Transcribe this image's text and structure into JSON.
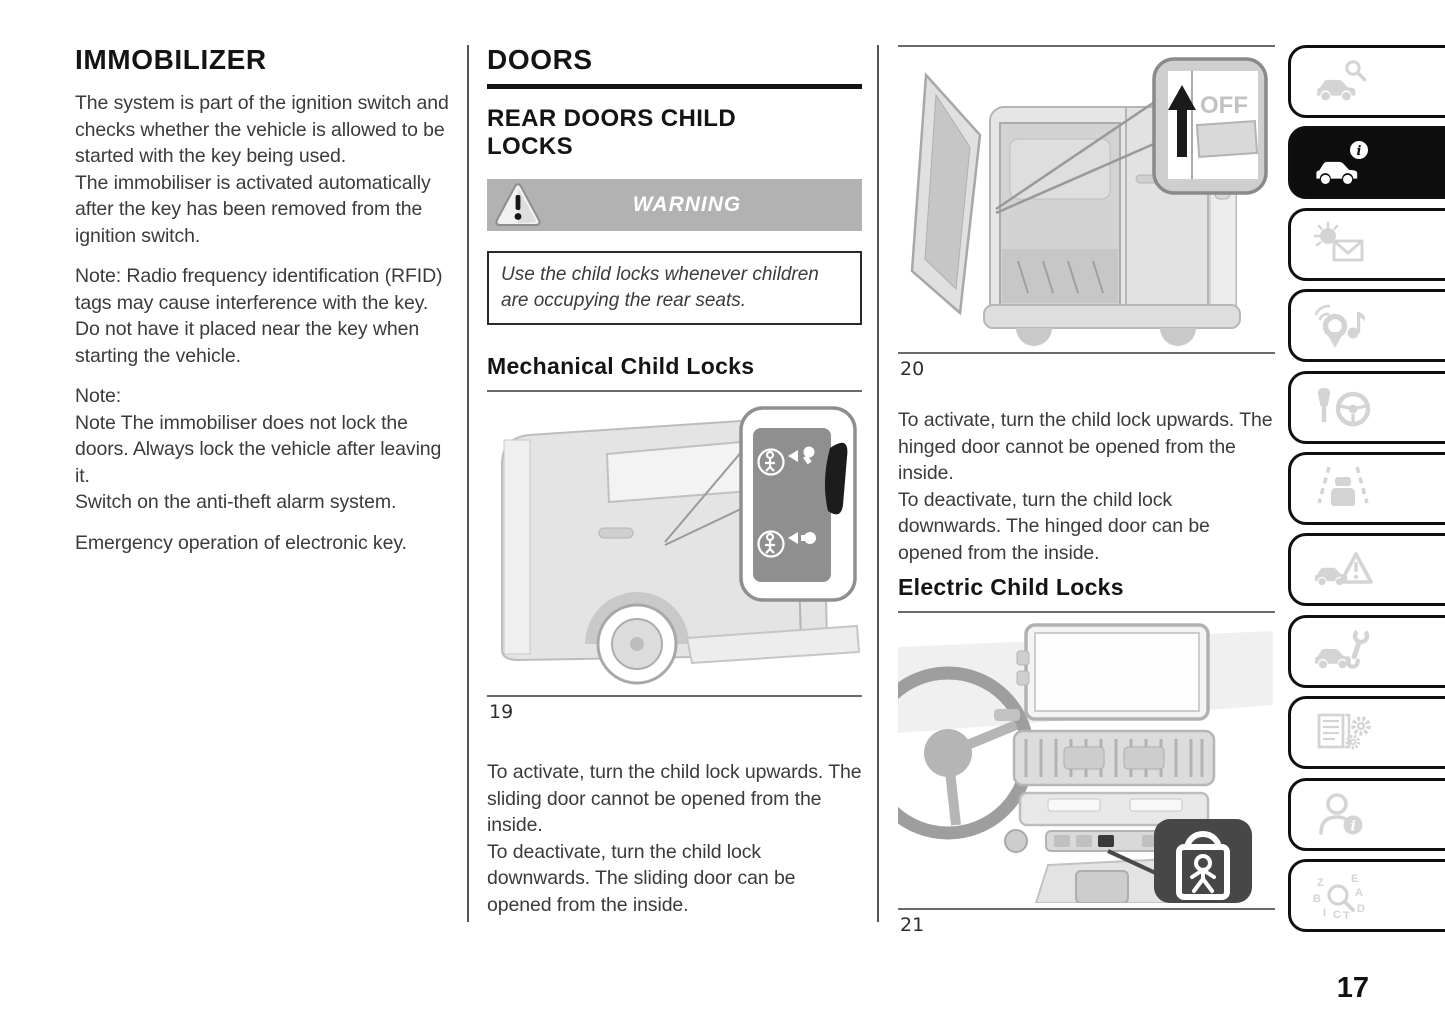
{
  "page": {
    "number": "17"
  },
  "colors": {
    "warning_bar": "#b2b2b2",
    "active_tab": "#0d0d0d",
    "inactive_icon": "#d4d4d4"
  },
  "immobilizer": {
    "title": "IMMOBILIZER",
    "body1": "The system is part of the ignition switch and checks whether the vehicle is allowed to be started with the key being used.\nThe immobiliser is activated automatically after the key has been removed from the ignition switch.",
    "note1": "Note: Radio frequency identification (RFID) tags may cause interference with the key. Do not have it placed near the key when starting the vehicle.",
    "note2": "Note:\nNote The immobiliser does not lock the doors. Always lock the vehicle after leaving it.\nSwitch on the anti-theft alarm system.",
    "emergency": "Emergency operation of electronic key."
  },
  "doors": {
    "title": "DOORS",
    "rear": {
      "title": "REAR DOORS CHILD LOCKS",
      "warning": {
        "label": "WARNING",
        "text": "Use the child locks whenever children are occupying the rear seats."
      },
      "mechanical": {
        "title": "Mechanical Child Locks",
        "body": "To activate, turn the child lock upwards. The sliding door cannot be opened from the inside.\nTo deactivate, turn the child lock downwards. The sliding door can be opened from the inside."
      },
      "hinged_body": "To activate, turn the child lock upwards. The hinged door cannot be opened from the inside.\nTo deactivate, turn the child lock downwards. The hinged door can be opened from the inside.",
      "electric": {
        "title": "Electric Child Locks"
      }
    }
  },
  "figures": {
    "fig19": {
      "number": "19"
    },
    "fig20": {
      "number": "20",
      "switch_label": "OFF"
    },
    "fig21": {
      "number": "21"
    }
  },
  "sidebar": {
    "tabs": [
      {
        "icon": "car-search-icon",
        "active": false
      },
      {
        "icon": "car-info-icon",
        "active": true
      },
      {
        "icon": "warning-lights-messages-icon",
        "active": false
      },
      {
        "icon": "media-navigation-icon",
        "active": false
      },
      {
        "icon": "starting-driving-icon",
        "active": false
      },
      {
        "icon": "driver-assistance-icon",
        "active": false
      },
      {
        "icon": "emergency-icon",
        "active": false
      },
      {
        "icon": "servicing-icon",
        "active": false
      },
      {
        "icon": "technical-data-icon",
        "active": false
      },
      {
        "icon": "owner-info-icon",
        "active": false
      },
      {
        "icon": "index-search-icon",
        "active": false
      }
    ]
  }
}
